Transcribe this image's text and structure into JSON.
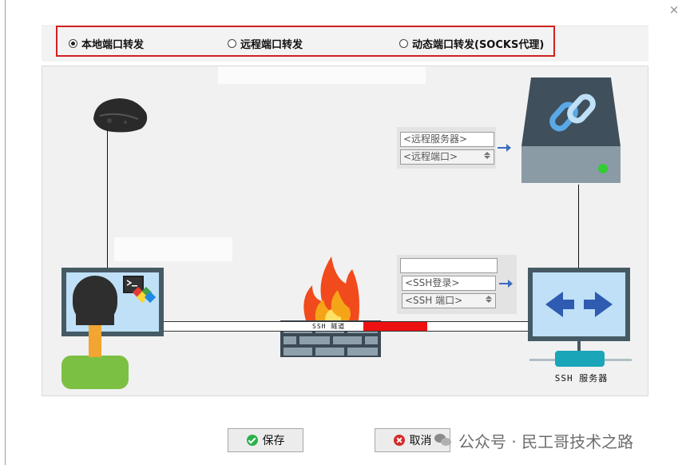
{
  "window": {
    "close_icon": "close-icon",
    "close_glyph": "×"
  },
  "modes": {
    "selected": "local",
    "local_label": "本地端口转发",
    "remote_label": "远程端口转发",
    "dynamic_label": "动态端口转发(SOCKS代理)"
  },
  "remote_fields": {
    "server_placeholder": "<远程服务器>",
    "port_placeholder": "<远程端口>"
  },
  "ssh_fields": {
    "top_value": "",
    "login_placeholder": "<SSH登录>",
    "port_placeholder": "<SSH 端口>"
  },
  "diagram": {
    "tunnel_label": "SSH 隧道",
    "server_label": "SSH 服务器",
    "icons": [
      "user-computer-icon",
      "terminal-app-icon",
      "firewall-icon",
      "remote-server-icon",
      "link-icon",
      "ssh-server-icon",
      "network-hub-icon",
      "camera-icon"
    ]
  },
  "buttons": {
    "save_label": "保存",
    "cancel_label": "取消"
  },
  "watermark": {
    "text": "公众号 · 民工哥技术之路"
  },
  "colors": {
    "highlight_border": "#d02020",
    "tunnel_active": "#ee1111",
    "arrow": "#3a6cc0",
    "server_body": "#3f4f5c",
    "ok_icon": "#2bb24c",
    "cancel_icon": "#d62b2b"
  }
}
